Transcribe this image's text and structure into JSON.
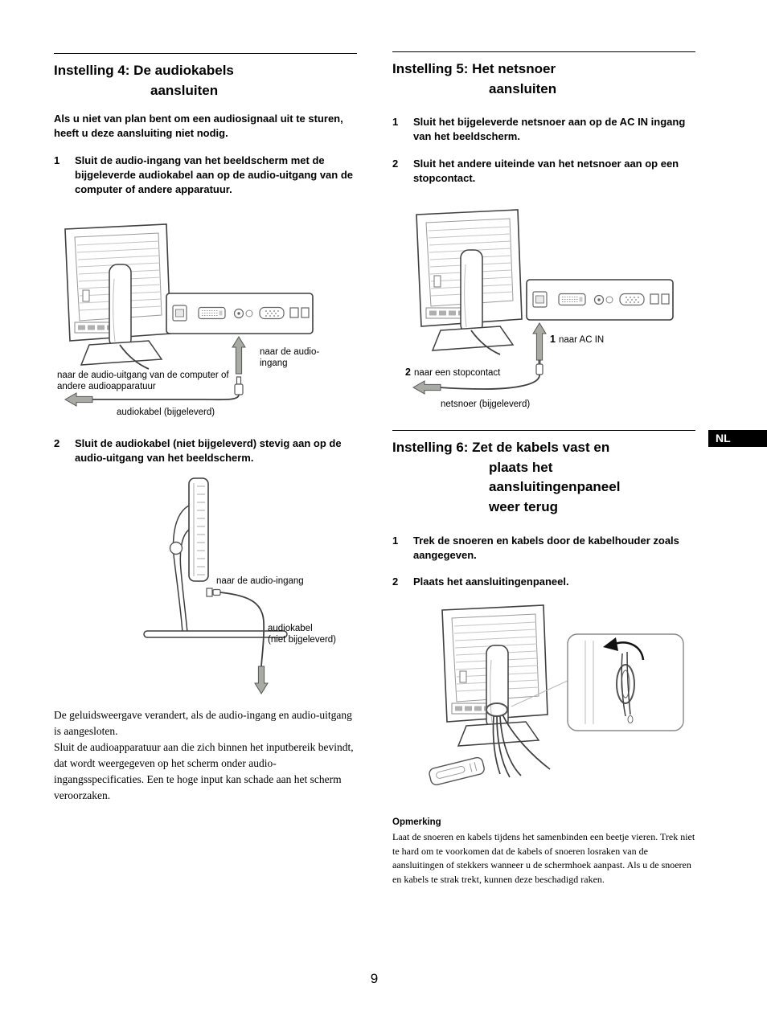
{
  "colors": {
    "text": "#000000",
    "rule": "#000000",
    "nl_badge_bg": "#000000",
    "nl_badge_text": "#ffffff",
    "diagram_line": "#3f3f3f",
    "arrow_fill": "#a8aaa4"
  },
  "page": {
    "number": "9",
    "lang_badge": "NL"
  },
  "section4": {
    "title": "Instelling 4: De audiokabels\naansluiten",
    "intro": "Als u niet van plan bent om een audiosignaal uit te sturen, heeft u deze aansluiting niet nodig.",
    "steps": [
      {
        "num": "1",
        "text": "Sluit de audio-ingang van het beeldscherm met de bijgeleverde audiokabel aan op de audio-uitgang van de computer of andere apparatuur."
      },
      {
        "num": "2",
        "text": "Sluit de audiokabel (niet bijgeleverd) stevig aan op de audio-uitgang van het beeldscherm."
      }
    ],
    "fig1": {
      "label_audio_in": "naar de audio-ingang",
      "label_audio_out": "naar de audio-uitgang van de computer of andere audioapparatuur",
      "label_cable": "audiokabel (bijgeleverd)"
    },
    "fig2": {
      "label_audio_in": "naar de audio-ingang",
      "label_cable": "audiokabel\n(niet bijgeleverd)"
    },
    "outro": "De geluidsweergave verandert, als de audio-ingang en audio-uitgang is aangesloten.\nSluit de audioapparatuur aan die zich binnen het inputbereik bevindt, dat wordt weergegeven op het scherm onder audio-ingangsspecificaties. Een te hoge input kan schade aan het scherm veroorzaken."
  },
  "section5": {
    "title": "Instelling 5: Het netsnoer\naansluiten",
    "steps": [
      {
        "num": "1",
        "text": "Sluit het bijgeleverde netsnoer aan op de AC IN ingang van het beeldscherm."
      },
      {
        "num": "2",
        "text": "Sluit het andere uiteinde van het netsnoer aan op een stopcontact."
      }
    ],
    "fig": {
      "ac_in_num": "1",
      "ac_in_text": "naar AC IN",
      "outlet_num": "2",
      "outlet_text": "naar een stopcontact",
      "cord_label": "netsnoer (bijgeleverd)"
    }
  },
  "section6": {
    "title": "Instelling 6: Zet de kabels vast en\nplaats het\naansluitingenpaneel\nweer terug",
    "steps": [
      {
        "num": "1",
        "text": "Trek de snoeren en kabels door de kabelhouder zoals aangegeven."
      },
      {
        "num": "2",
        "text": "Plaats het aansluitingenpaneel."
      }
    ],
    "note_title": "Opmerking",
    "note_text": "Laat de snoeren en kabels tijdens het samenbinden een beetje vieren. Trek niet te hard om te voorkomen dat de kabels of snoeren losraken van de aansluitingen of stekkers wanneer u de schermhoek aanpast. Als u de snoeren en kabels te strak trekt, kunnen deze beschadigd raken."
  }
}
